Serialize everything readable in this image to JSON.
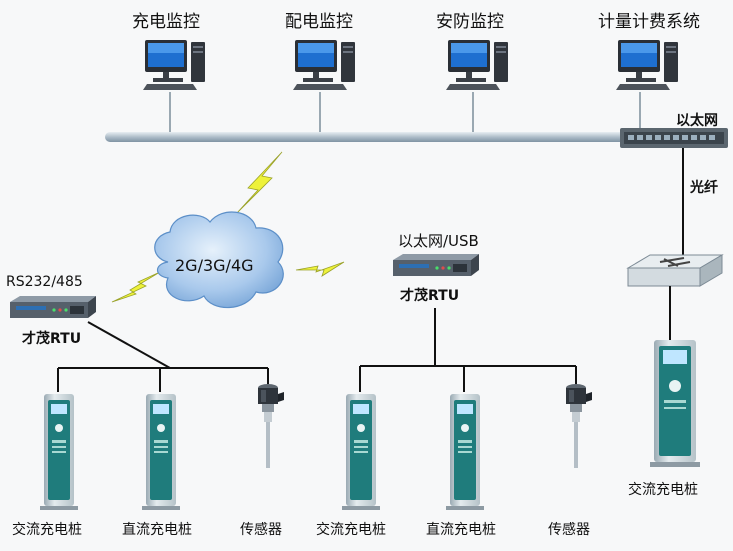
{
  "top_stations": [
    {
      "label": "充电监控"
    },
    {
      "label": "配电监控"
    },
    {
      "label": "安防监控"
    },
    {
      "label": "计量计费系统"
    }
  ],
  "network": {
    "ethernet": "以太网",
    "fiber": "光纤",
    "cloud": "2G/3G/4G",
    "left_rtu_interface": "RS232/485",
    "right_rtu_interface": "以太网/USB",
    "rtu_name": "才茂RTU"
  },
  "devices": {
    "ac_pile": "交流充电桩",
    "dc_pile": "直流充电桩",
    "sensor": "传感器"
  },
  "bottom_labels": [
    "交流充电桩",
    "直流充电桩",
    "传感器",
    "交流充电桩",
    "直流充电桩",
    "传感器"
  ],
  "right_pile_label": "交流充电桩",
  "colors": {
    "pile_teal": "#1f7c7c",
    "pile_body": "#d9e2e6",
    "bus": "#b7c5cf",
    "lightning": "#eef23a",
    "cloud": "#7aa9dd"
  }
}
